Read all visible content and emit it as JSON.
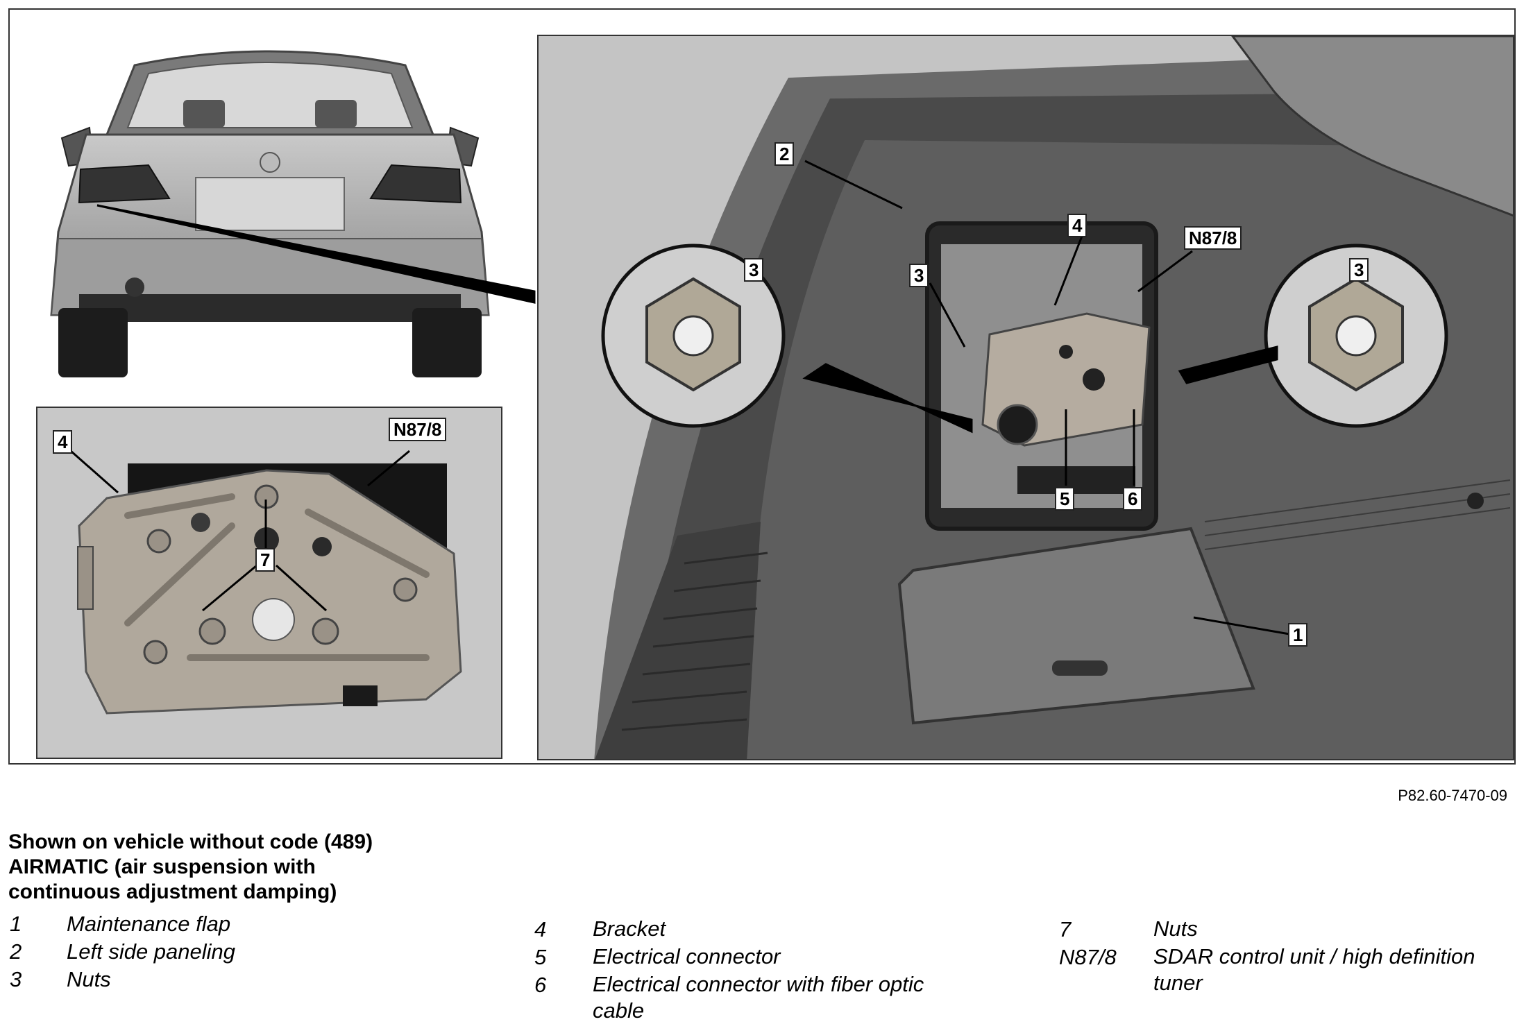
{
  "figure_id": "P82.60-7470-09",
  "callouts": {
    "c1": "1",
    "c2": "2",
    "c3a": "3",
    "c3b": "3",
    "c3c": "3",
    "c4a": "4",
    "c4b": "4",
    "c5": "5",
    "c6": "6",
    "c7": "7",
    "n878a": "N87/8",
    "n878b": "N87/8"
  },
  "caption_lines": [
    "Shown on vehicle without code (489)",
    "AIRMATIC (air suspension with",
    "continuous adjustment damping)"
  ],
  "legend": {
    "col1": [
      {
        "key": "1",
        "text": "Maintenance flap"
      },
      {
        "key": "2",
        "text": "Left side paneling"
      },
      {
        "key": "3",
        "text": "Nuts"
      }
    ],
    "col2": [
      {
        "key": "4",
        "text": "Bracket"
      },
      {
        "key": "5",
        "text": "Electrical connector"
      },
      {
        "key": "6",
        "text": "Electrical connector with fiber optic cable"
      }
    ],
    "col3": [
      {
        "key": "7",
        "text": "Nuts"
      },
      {
        "key": "N87/8",
        "text": "SDAR control unit / high definition tuner"
      }
    ]
  },
  "colors": {
    "line": "#000000",
    "panel_gray": "#bdbdbd",
    "car_silver": "#a9a9a9",
    "trunk_dark": "#5c5c5c",
    "bracket_metal": "#b0a89c"
  }
}
